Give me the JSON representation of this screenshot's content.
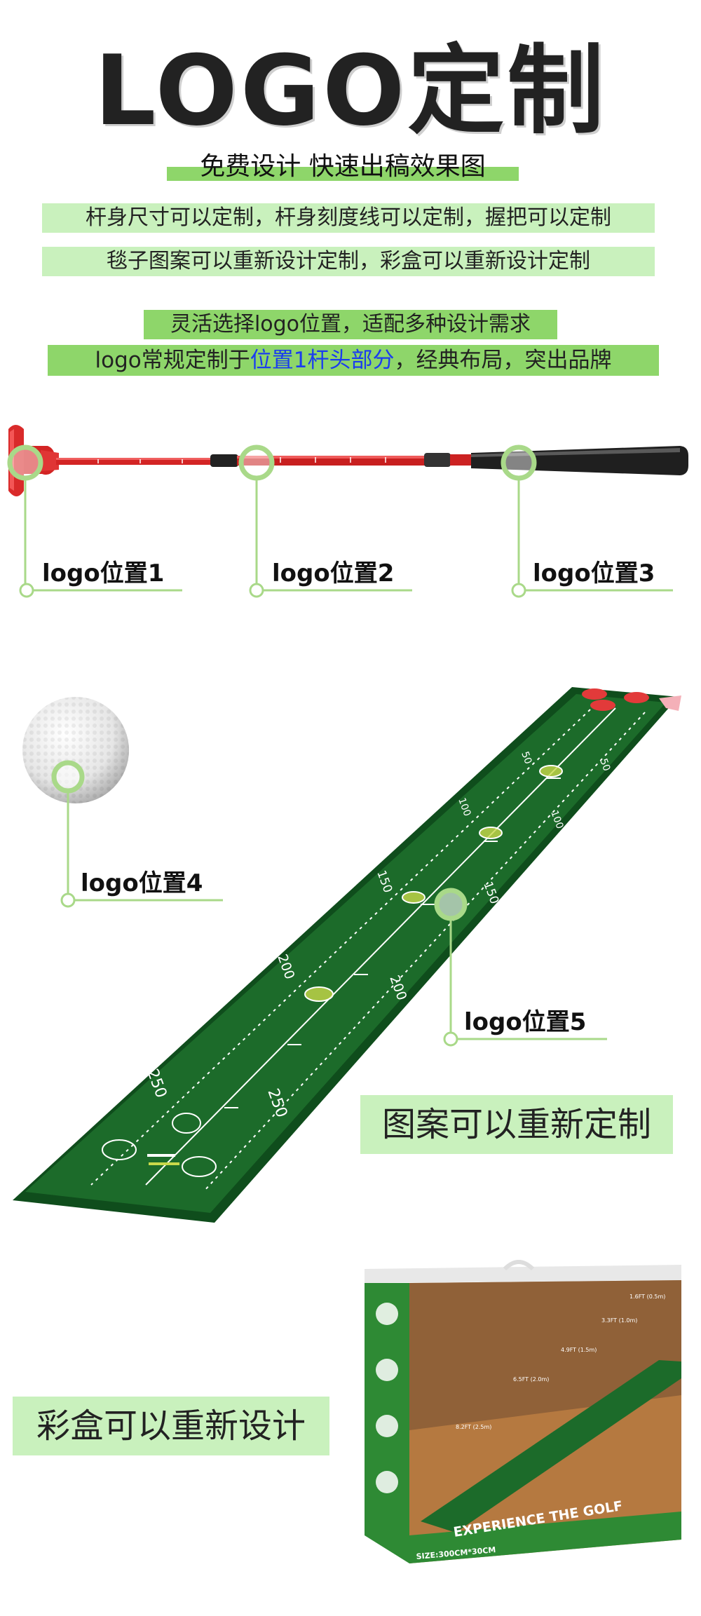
{
  "header": {
    "title": "LOGO定制",
    "subtitle": "免费设计  快速出稿效果图"
  },
  "info_bands": {
    "line1": "杆身尺寸可以定制，杆身刻度线可以定制，握把可以定制",
    "line2": "毯子图案可以重新设计定制，彩盒可以重新设计定制",
    "line3": "灵活选择logo位置，适配多种设计需求",
    "line4_prefix": "logo常规定制于",
    "line4_highlight": "位置1杆头部分",
    "line4_suffix": "，经典布局，突出品牌"
  },
  "putter_positions": [
    "logo位置1",
    "logo位置2",
    "logo位置3"
  ],
  "mat_positions": [
    "logo位置4",
    "logo位置5"
  ],
  "mat_caption": "图案可以重新定制",
  "mat_distance_labels": [
    "50",
    "100",
    "150",
    "200",
    "250"
  ],
  "box_caption": "彩盒可以重新设计",
  "box": {
    "banner": "EXPERIENCE THE GOLF",
    "size": "SIZE:300CM*30CM",
    "distances": [
      "1.6FT (0.5m)",
      "3.3FT (1.0m)",
      "4.9FT (1.5m)",
      "6.5FT (2.0m)",
      "8.2FT (2.5m)"
    ]
  },
  "colors": {
    "accent_green": "#8ed66a",
    "light_green": "#c9f1bd",
    "marker_green": "#a9d989",
    "mat_green": "#1c6b2a",
    "putter_red": "#d32424",
    "highlight_blue": "#1a3cf0"
  }
}
